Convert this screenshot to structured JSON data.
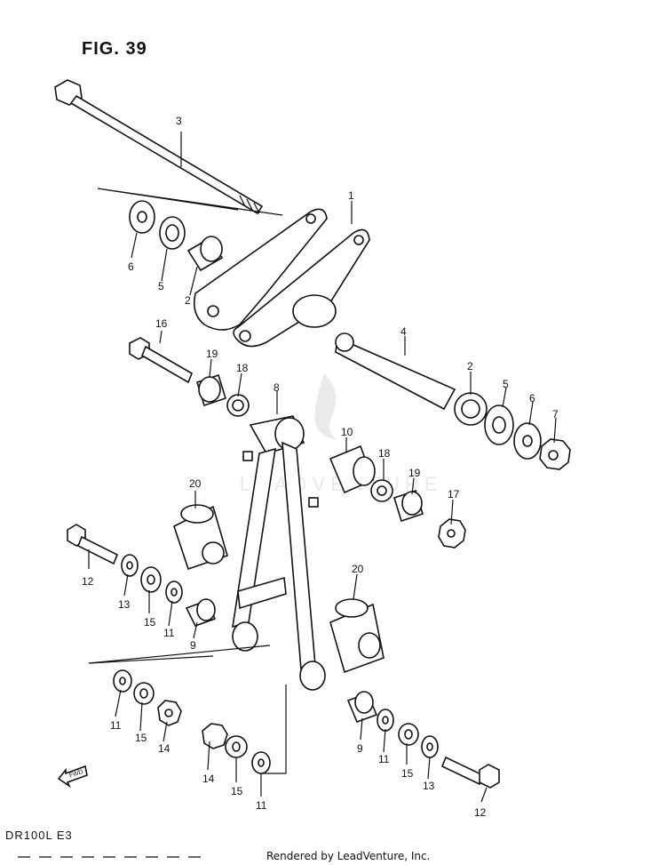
{
  "figure": {
    "title": "FIG. 39",
    "model": "DR100L  E3",
    "credit": "Rendered by LeadVenture, Inc.",
    "watermark": "LEADVENTURE"
  },
  "callouts": [
    {
      "id": "c3",
      "text": "3"
    },
    {
      "id": "c1",
      "text": "1"
    },
    {
      "id": "c6a",
      "text": "6"
    },
    {
      "id": "c5a",
      "text": "5"
    },
    {
      "id": "c2a",
      "text": "2"
    },
    {
      "id": "c16",
      "text": "16"
    },
    {
      "id": "c19a",
      "text": "19"
    },
    {
      "id": "c18a",
      "text": "18"
    },
    {
      "id": "c4",
      "text": "4"
    },
    {
      "id": "c2b",
      "text": "2"
    },
    {
      "id": "c5b",
      "text": "5"
    },
    {
      "id": "c6b",
      "text": "6"
    },
    {
      "id": "c7",
      "text": "7"
    },
    {
      "id": "c8",
      "text": "8"
    },
    {
      "id": "c10",
      "text": "10"
    },
    {
      "id": "c18b",
      "text": "18"
    },
    {
      "id": "c19b",
      "text": "19"
    },
    {
      "id": "c17",
      "text": "17"
    },
    {
      "id": "c20a",
      "text": "20"
    },
    {
      "id": "c12a",
      "text": "12"
    },
    {
      "id": "c13a",
      "text": "13"
    },
    {
      "id": "c15a",
      "text": "15"
    },
    {
      "id": "c11a",
      "text": "11"
    },
    {
      "id": "c9a",
      "text": "9"
    },
    {
      "id": "c20b",
      "text": "20"
    },
    {
      "id": "c11b",
      "text": "11"
    },
    {
      "id": "c15b",
      "text": "15"
    },
    {
      "id": "c14a",
      "text": "14"
    },
    {
      "id": "c14b",
      "text": "14"
    },
    {
      "id": "c15c",
      "text": "15"
    },
    {
      "id": "c11c",
      "text": "11"
    },
    {
      "id": "c9b",
      "text": "9"
    },
    {
      "id": "c11d",
      "text": "11"
    },
    {
      "id": "c15d",
      "text": "15"
    },
    {
      "id": "c13b",
      "text": "13"
    },
    {
      "id": "c12b",
      "text": "12"
    }
  ],
  "fwd_label": "FWD"
}
